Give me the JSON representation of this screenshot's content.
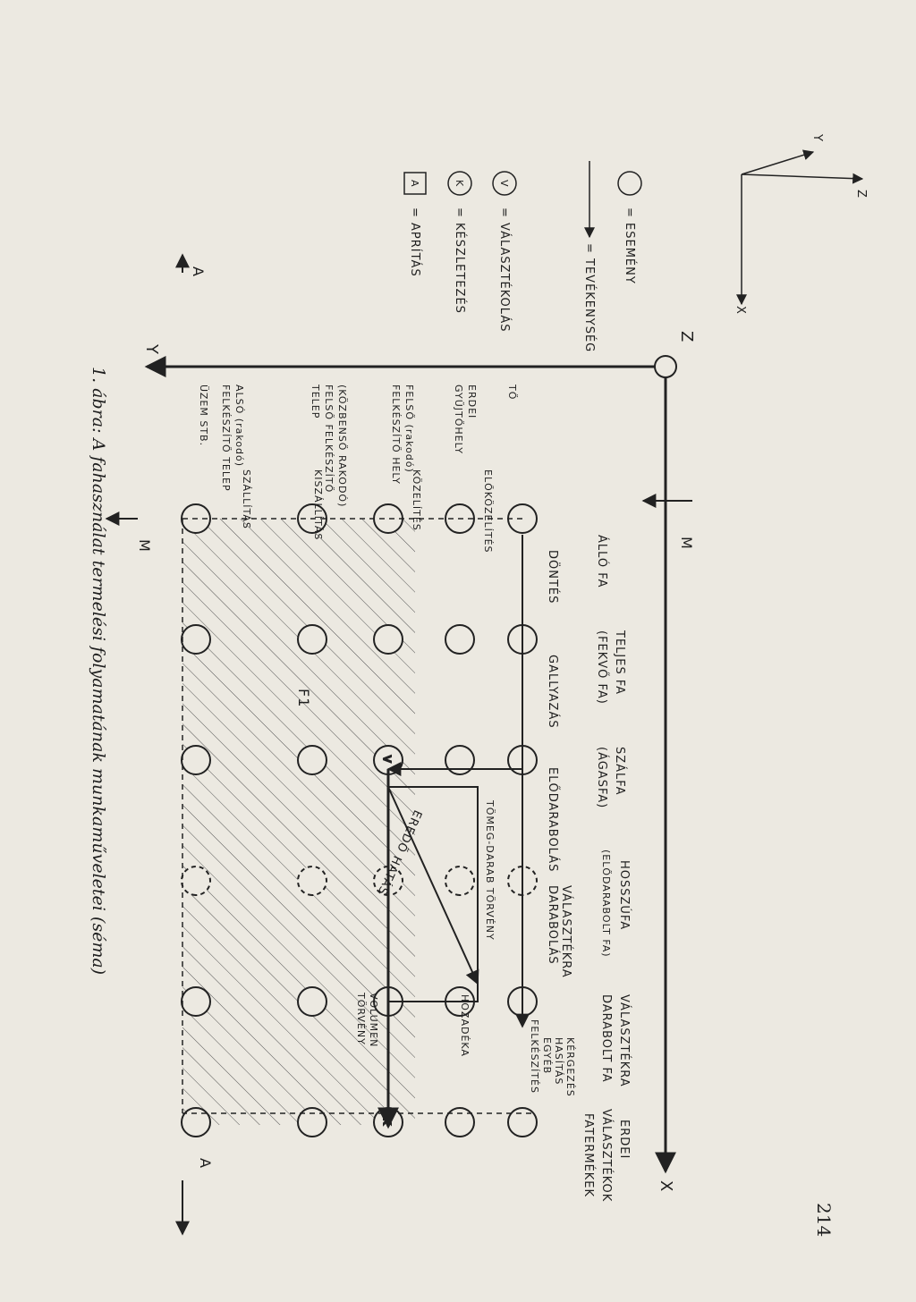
{
  "page_number": "214",
  "caption": "1. ábra: A fahasználat termelési folyamatának munkaműveletei (séma)",
  "legend": {
    "event": "= ESEMÉNY",
    "activity": "= TEVÉKENYSÉG",
    "sorting": "= VÁLASZTÉKOLÁS",
    "manufacturing": "= KÉSZLETEZÉS",
    "chipping": "= APRÍTÁS",
    "sym_v": "V",
    "sym_k": "K",
    "sym_a": "A"
  },
  "axes": {
    "x": "X",
    "y": "Y",
    "z": "Z",
    "m": "M",
    "a": "A"
  },
  "top_labels": [
    "ÁLLÓ FA",
    "TELJES FA",
    "(FEKVŐ FA)",
    "SZÁLFA",
    "(ÁGASFA)",
    "HOSSZÚFA",
    "(ELŐDARABOLT FA)",
    "VÁLASZTÉKRA",
    "DARABOLT FA",
    "ERDEI",
    "VÁLASZTÉKOK",
    "FATERMÉKEK"
  ],
  "activities": [
    "DÖNTÉS",
    "GALLYAZÁS",
    "ELŐDARABOLÁS",
    "VÁLASZTÉKRA",
    "DARABOLÁS",
    "KÉRGEZÉS",
    "HASÍTÁS",
    "EGYÉB",
    "FELKÉSZÍTÉS"
  ],
  "locations": [
    "TŐ",
    "ERDEI",
    "GYŰJTŐHELY",
    "FELSŐ (rakodó)",
    "FELKÉSZÍTŐ HELY",
    "(KÖZBENSŐ RAKODÓ)",
    "FELSŐ FELKÉSZÍTŐ",
    "TELEP",
    "ALSÓ (rakodó)",
    "FELKÉSZÍTŐ TELEP",
    "ÜZEM STB."
  ],
  "transport": [
    "ELŐKÖZELÍTÉS",
    "KÖZELÍTÉS",
    "KISZÁLLÍTÁS",
    "SZÁLLÍTÁS"
  ],
  "diagram_labels": {
    "f1": "F1",
    "resultant": "EREDŐ HATÁS",
    "mass_law": "TÖMEG-DARAB TÖRVÉNY",
    "yield": "HOZADÉKA",
    "volume": "VOLUMEN",
    "law": "TÖRVÉNY"
  }
}
